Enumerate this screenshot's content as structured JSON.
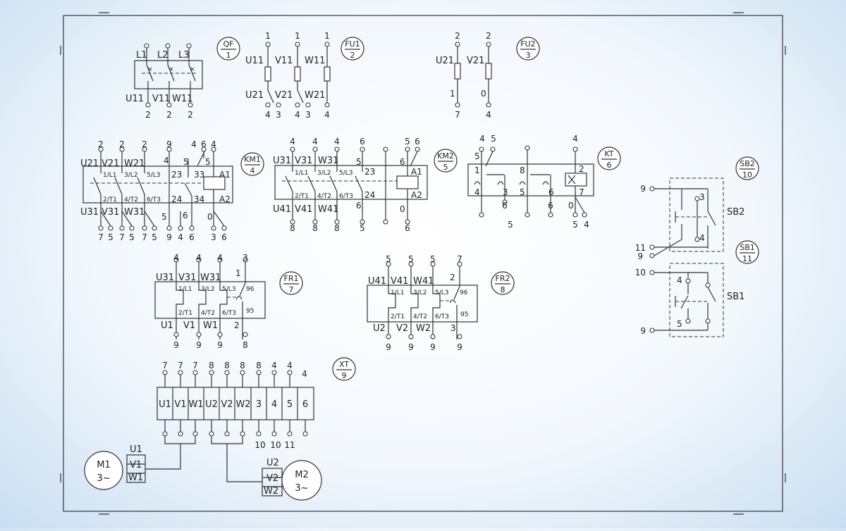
{
  "diagram": {
    "components": [
      {
        "id": "qf",
        "code": "QF",
        "num": "1"
      },
      {
        "id": "fu1",
        "code": "FU1",
        "num": "2"
      },
      {
        "id": "fu2",
        "code": "FU2",
        "num": "3"
      },
      {
        "id": "km1",
        "code": "KM1",
        "num": "4"
      },
      {
        "id": "km2",
        "code": "KM2",
        "num": "5"
      },
      {
        "id": "kt",
        "code": "KT",
        "num": "6"
      },
      {
        "id": "fr1",
        "code": "FR1",
        "num": "7"
      },
      {
        "id": "fr2",
        "code": "FR2",
        "num": "8"
      },
      {
        "id": "xt",
        "code": "XT",
        "num": "9"
      },
      {
        "id": "sb2",
        "code": "SB2",
        "num": "10"
      },
      {
        "id": "sb1",
        "code": "SB1",
        "num": "11"
      }
    ],
    "qf": {
      "poles": [
        {
          "top": "L1",
          "bottom": "U11",
          "wire": "2"
        },
        {
          "top": "L2",
          "bottom": "V11",
          "wire": "2"
        },
        {
          "top": "L3",
          "bottom": "W11",
          "wire": "2"
        }
      ]
    },
    "fu1": {
      "fuses": [
        {
          "top_wire": "1",
          "upper": "U11",
          "lower": "U21",
          "wires": [
            "4",
            "3"
          ]
        },
        {
          "top_wire": "1",
          "upper": "V11",
          "lower": "V21",
          "wires": [
            "4",
            "3"
          ]
        },
        {
          "top_wire": "1",
          "upper": "W11",
          "lower": "W21",
          "wires": [
            "4"
          ]
        }
      ]
    },
    "fu2": {
      "fuses": [
        {
          "top_wire": "2",
          "upper": "U21",
          "inner": "1",
          "bottom_wire": "7"
        },
        {
          "top_wire": "2",
          "upper": "V21",
          "inner": "0",
          "bottom_wire": "4"
        }
      ]
    },
    "km1": {
      "top_wires": [
        "2",
        "2",
        "2",
        "9",
        "4",
        "6",
        "4"
      ],
      "inner_top": [
        "4",
        "5",
        "5"
      ],
      "line_labels": [
        "U21",
        "V21",
        "W21"
      ],
      "load_labels": [
        "U31",
        "V31",
        "W31"
      ],
      "main_top": [
        "1/L1",
        "3/L2",
        "5/L3"
      ],
      "main_bottom": [
        "2/T1",
        "4/T2",
        "6/T3"
      ],
      "aux": [
        "23",
        "24",
        "33",
        "34"
      ],
      "coil": [
        "A1",
        "A2"
      ],
      "inner_bottom": [
        "5",
        "6",
        "0"
      ],
      "bottom_wires": [
        "7",
        "5",
        "7",
        "5",
        "7",
        "5",
        "9",
        "4",
        "6",
        "3",
        "6"
      ]
    },
    "km2": {
      "top_wires": [
        "4",
        "4",
        "4",
        "6",
        "5",
        "6"
      ],
      "inner_top": [
        "5",
        "6"
      ],
      "line_labels": [
        "U31",
        "V31",
        "W31"
      ],
      "load_labels": [
        "U41",
        "V41",
        "W41"
      ],
      "main_top": [
        "1/L1",
        "3/L2",
        "5/L3"
      ],
      "main_bottom": [
        "2/T1",
        "4/T2",
        "6/T3"
      ],
      "aux": [
        "23",
        "24"
      ],
      "coil": [
        "A1",
        "A2"
      ],
      "inner_bottom": [
        "6",
        "0"
      ],
      "bottom_wires": [
        "8",
        "8",
        "8",
        "5",
        "6"
      ]
    },
    "kt": {
      "top_wires": [
        "4",
        "5",
        "4"
      ],
      "pins_top": [
        "5",
        "1",
        "8",
        "2"
      ],
      "pins_bottom": [
        "4",
        "3",
        "5",
        "6",
        "0",
        "7"
      ],
      "wires_mid": [
        "6",
        "6"
      ],
      "bottom_wires": [
        "5",
        "5",
        "4"
      ]
    },
    "fr1": {
      "top_wires": [
        "4",
        "4",
        "4",
        "3"
      ],
      "line_labels": [
        "U31",
        "V31",
        "W31"
      ],
      "load_labels": [
        "U1",
        "V1",
        "W1"
      ],
      "inner_top": "1",
      "inner_bottom": "2",
      "pins_top": [
        "1/L1",
        "3/L2",
        "5/L3",
        "96"
      ],
      "pins_bottom": [
        "2/T1",
        "4/T2",
        "6/T3",
        "95"
      ],
      "bottom_wires": [
        "9",
        "9",
        "9",
        "8"
      ]
    },
    "fr2": {
      "top_wires": [
        "5",
        "5",
        "5",
        "7"
      ],
      "line_labels": [
        "U41",
        "V41",
        "W41"
      ],
      "load_labels": [
        "U2",
        "V2",
        "W2"
      ],
      "inner_top": "2",
      "inner_bottom": "3",
      "pins_top": [
        "1/L1",
        "3/L2",
        "5/L3",
        "96"
      ],
      "pins_bottom": [
        "2/T1",
        "4/T2",
        "6/T3",
        "95"
      ],
      "bottom_wires": [
        "9",
        "9",
        "9",
        "9"
      ]
    },
    "xt": {
      "top_wires": [
        "7",
        "7",
        "7",
        "8",
        "8",
        "8",
        "8",
        "4",
        "4",
        "4"
      ],
      "cells": [
        "U1",
        "V1",
        "W1",
        "U2",
        "V2",
        "W2",
        "3",
        "4",
        "5",
        "6"
      ],
      "bottom_wires": [
        "10",
        "10",
        "11"
      ]
    },
    "buttons": {
      "sb2_wires": [
        "9",
        "11",
        "9"
      ],
      "sb2_pins": [
        "3",
        "4"
      ],
      "sb1_wires": [
        "10",
        "9"
      ],
      "sb1_pins": [
        "4",
        "5"
      ]
    },
    "motors": [
      {
        "id": "m1",
        "name": "M1",
        "phase": "3~",
        "terms": [
          "U1",
          "V1",
          "W1"
        ]
      },
      {
        "id": "m2",
        "name": "M2",
        "phase": "3~",
        "terms": [
          "U2",
          "V2",
          "W2"
        ]
      }
    ]
  }
}
